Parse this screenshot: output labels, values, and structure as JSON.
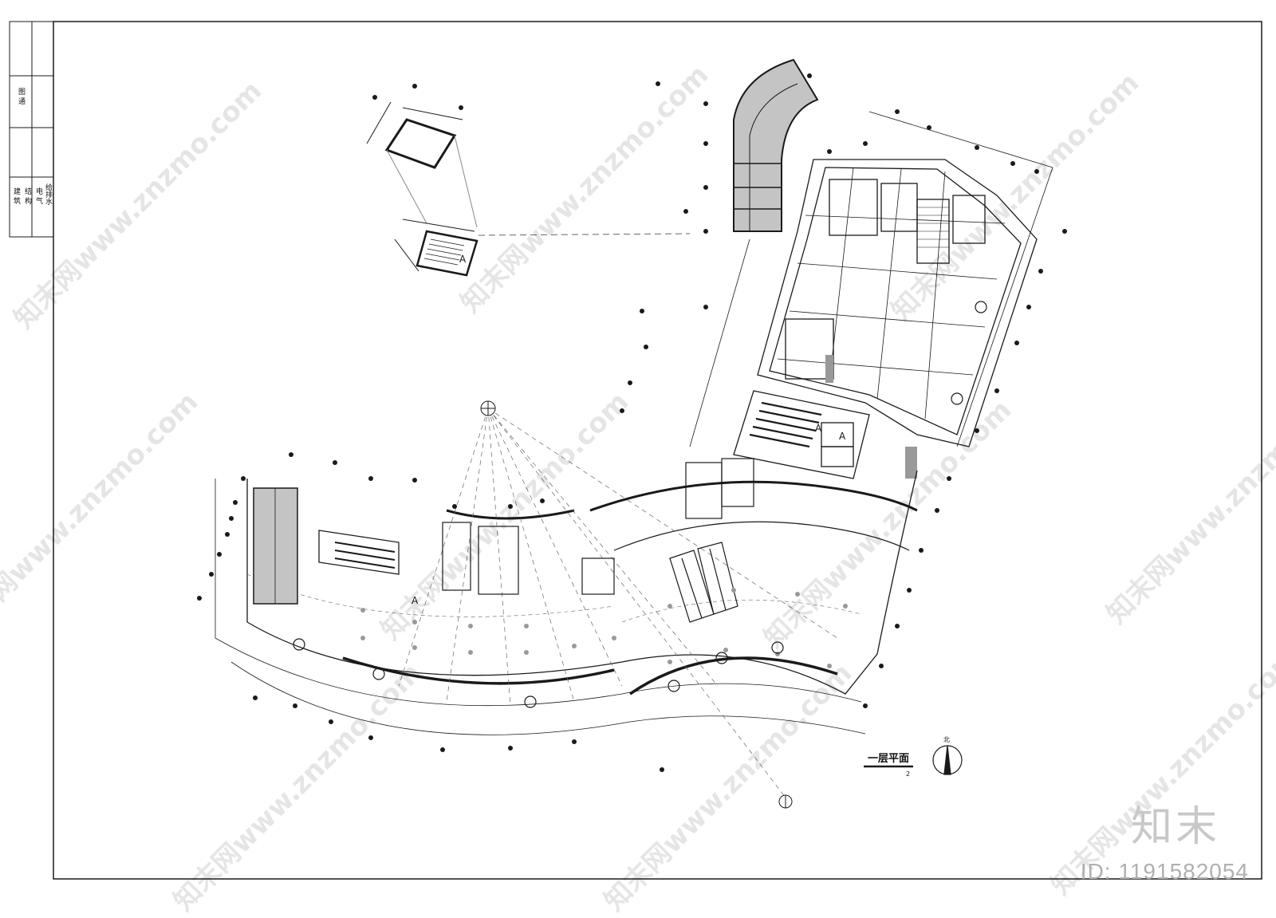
{
  "drawing": {
    "title": "一层平面",
    "scale_note": "2",
    "north_label": "北",
    "door_label": "A"
  },
  "title_block": {
    "rows": [
      "建 筑",
      "结 构",
      "电 气",
      "给排水"
    ],
    "approval": "图 通"
  },
  "watermark": {
    "brand": "知末",
    "id_text": "ID: 1191582054",
    "site": "知末网www.znzmo.com"
  },
  "colors": {
    "line": "#1a1a1a",
    "fill_gray": "#bdbdbd",
    "dash": "#666666"
  }
}
